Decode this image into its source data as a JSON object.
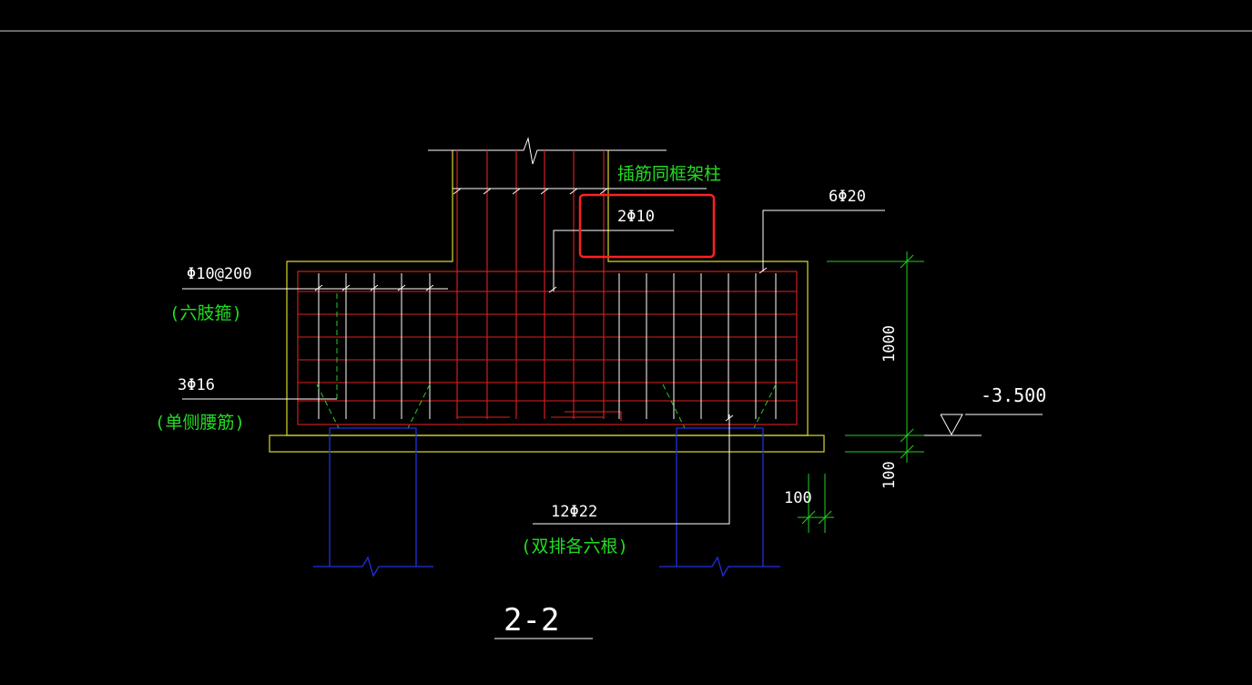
{
  "drawing": {
    "section_label": "2-2",
    "colors": {
      "background": "#000000",
      "outline": "#d8d830",
      "rebar": "#e02020",
      "pile": "#2030e0",
      "dimension": "#20d020",
      "leader": "#ffffff",
      "annotation_green": "#22dd22",
      "highlight_box": "#ff2020"
    },
    "labels": {
      "dowel_note": "插筋同框架柱",
      "dowel_spec": "2Φ10",
      "top_bars": "6Φ20",
      "stirrup_spec": "Φ10@200",
      "stirrup_note": "(六肢箍)",
      "waist_spec": "3Φ16",
      "waist_note": "(单侧腰筋)",
      "bottom_spec": "12Φ22",
      "bottom_note": "(双排各六根)",
      "elevation": "-3.500",
      "dim_height": "1000",
      "dim_bed": "100",
      "dim_embed": "100"
    },
    "highlight": {
      "target": "dowel_spec"
    }
  }
}
